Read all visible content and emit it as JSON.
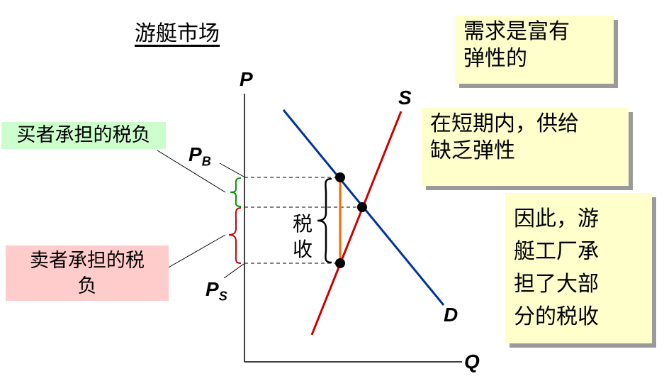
{
  "title": "游艇市场",
  "axes": {
    "y_label": "P",
    "x_label": "Q"
  },
  "curves": {
    "supply_label": "S",
    "demand_label": "D"
  },
  "prices": {
    "buyer_label": "P",
    "buyer_sub": "B",
    "seller_label": "P",
    "seller_sub": "S"
  },
  "notes": {
    "demand_elastic": [
      "需求是富有",
      "弹性的"
    ],
    "supply_inelastic": [
      "在短期内，供给",
      "缺乏弹性"
    ],
    "conclusion": [
      "因此，游",
      "艇工厂承",
      "担了大部",
      "分的税收"
    ]
  },
  "labels": {
    "buyer_burden": "买者承担的税负",
    "seller_burden": [
      "卖者承担的税",
      "负"
    ],
    "tax": [
      "税",
      "收"
    ]
  },
  "colors": {
    "supply": "#cc0000",
    "demand": "#003399",
    "tax_wedge": "#ff6600",
    "buyer_brace": "#009900",
    "seller_brace": "#cc0000",
    "note_bg": "#ffffcc",
    "buyer_bg": "#ccffcc",
    "seller_bg": "#ffcccc"
  }
}
